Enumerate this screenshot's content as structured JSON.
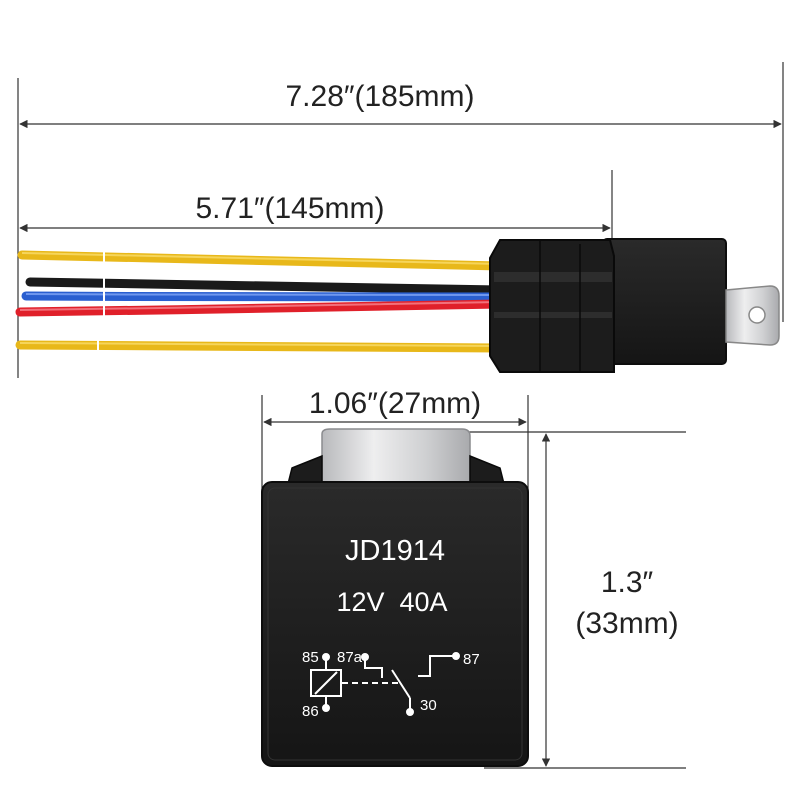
{
  "dimensions": {
    "total_length": "7.28″(185mm)",
    "wire_length": "5.71″(145mm)",
    "relay_width": "1.06″(27mm)",
    "relay_height_in": "1.3″",
    "relay_height_mm": "(33mm)"
  },
  "relay": {
    "model": "JD1914",
    "rating": "12V  40A",
    "pins": {
      "p85": "85",
      "p87a": "87a",
      "p87": "87",
      "p86": "86",
      "p30": "30"
    }
  },
  "wires": [
    {
      "name": "yellow-top",
      "color": "#e8b81a"
    },
    {
      "name": "black",
      "color": "#1a1a1a"
    },
    {
      "name": "blue",
      "color": "#2a5fd0"
    },
    {
      "name": "red",
      "color": "#e0202a"
    },
    {
      "name": "yellow-bottom",
      "color": "#e8b81a"
    }
  ],
  "colors": {
    "relay_body": "#1f1f1f",
    "relay_edge": "#0d0d0d",
    "tab_metal": "#d9dadc",
    "dim_line": "#333333"
  }
}
